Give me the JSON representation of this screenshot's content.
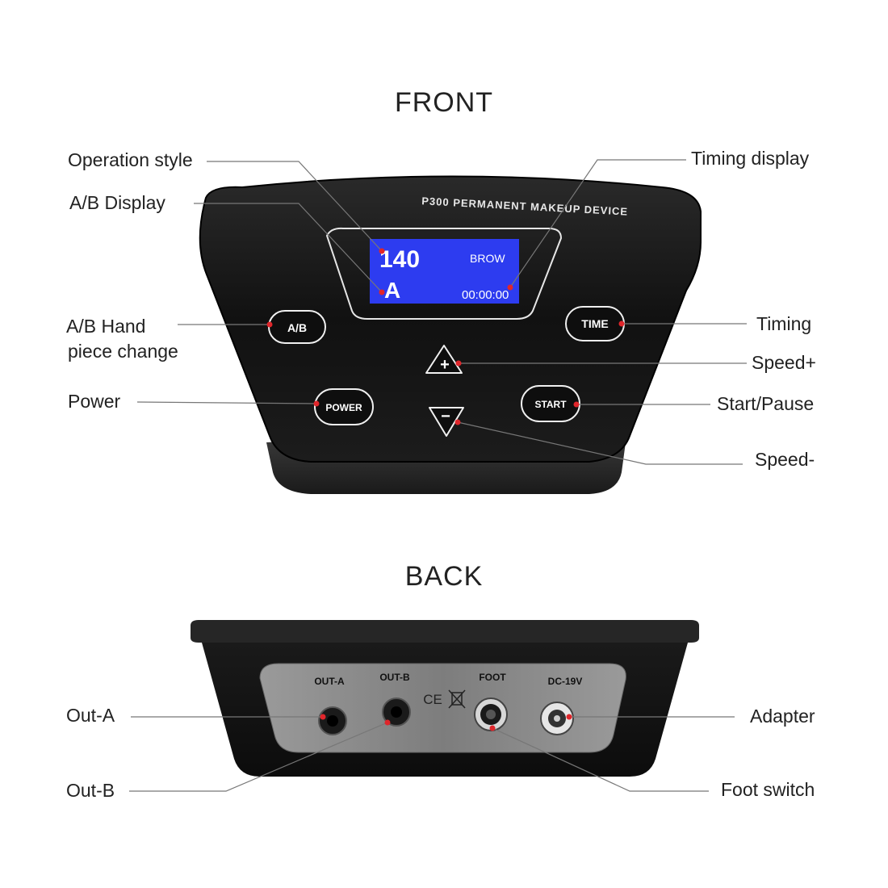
{
  "front": {
    "title": "FRONT",
    "brand_text": "P300 PERMANENT MAKEUP DEVICE",
    "screen": {
      "speed": "140",
      "mode": "BROW",
      "handpiece": "A",
      "timer": "00:00:00"
    },
    "buttons": {
      "ab": "A/B",
      "time": "TIME",
      "power": "POWER",
      "start": "START",
      "plus": "+",
      "minus": "−"
    },
    "callouts": {
      "operation_style": "Operation style",
      "ab_display": "A/B Display",
      "ab_hand_line1": "A/B Hand",
      "ab_hand_line2": "piece change",
      "power": "Power",
      "timing_display": "Timing display",
      "timing": "Timing",
      "speed_plus": "Speed+",
      "start_pause": "Start/Pause",
      "speed_minus": "Speed-"
    }
  },
  "back": {
    "title": "BACK",
    "ports": {
      "out_a": "OUT-A",
      "out_b": "OUT-B",
      "foot": "FOOT",
      "dc": "DC-19V"
    },
    "marks": "CE",
    "callouts": {
      "out_a": "Out-A",
      "out_b": "Out-B",
      "adapter": "Adapter",
      "foot_switch": "Foot switch"
    }
  },
  "colors": {
    "device_body": "#141414",
    "screen_blue": "#2d3cf0",
    "marker_red": "#e0262b",
    "panel_gray": "#8a8a8a"
  }
}
